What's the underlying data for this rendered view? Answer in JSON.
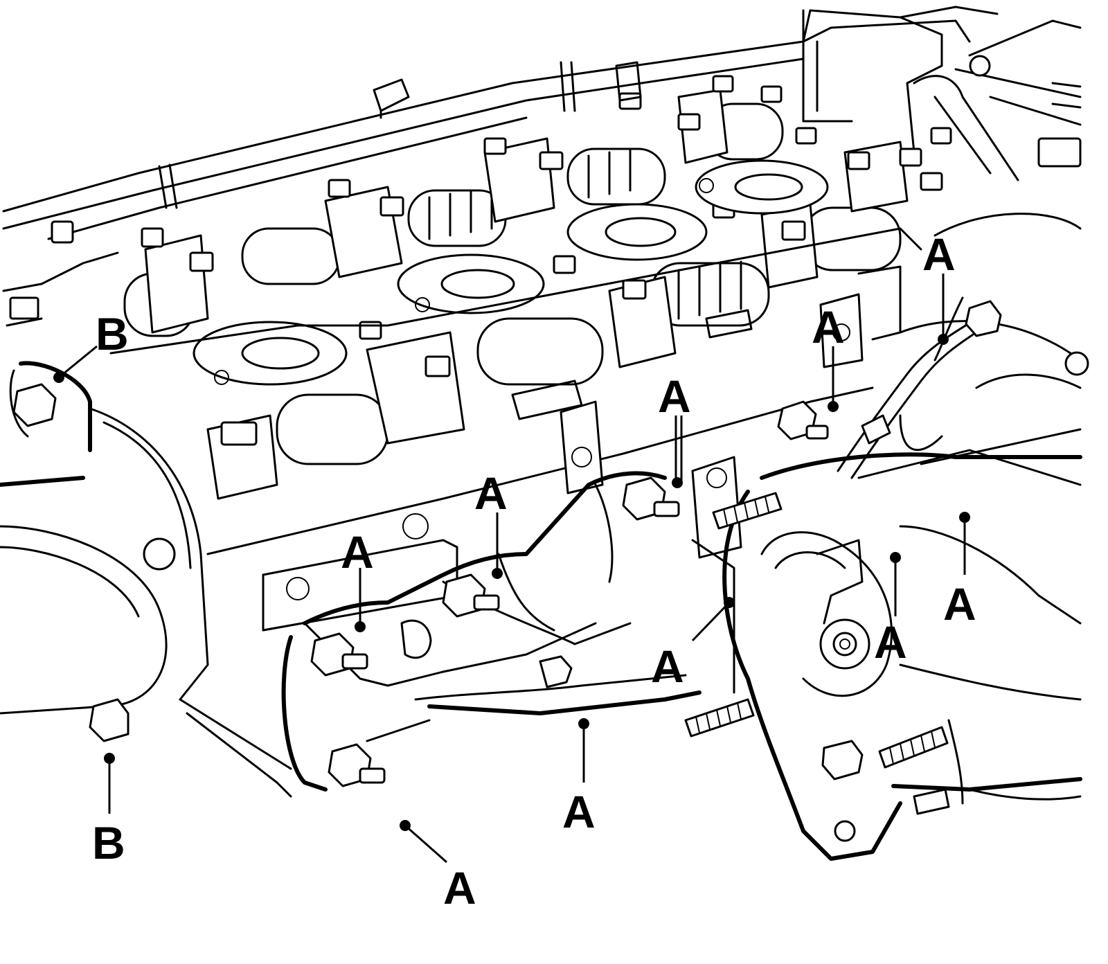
{
  "diagram": {
    "line_color": "#000000",
    "background": "#ffffff",
    "callouts": [
      {
        "id": "b-upper",
        "label": "B"
      },
      {
        "id": "b-lower",
        "label": "B"
      },
      {
        "id": "a-1",
        "label": "A"
      },
      {
        "id": "a-2",
        "label": "A"
      },
      {
        "id": "a-3",
        "label": "A"
      },
      {
        "id": "a-4",
        "label": "A"
      },
      {
        "id": "a-5",
        "label": "A"
      },
      {
        "id": "a-6",
        "label": "A"
      },
      {
        "id": "a-7",
        "label": "A"
      },
      {
        "id": "a-8",
        "label": "A"
      },
      {
        "id": "a-9",
        "label": "A"
      },
      {
        "id": "a-10",
        "label": "A"
      }
    ]
  }
}
